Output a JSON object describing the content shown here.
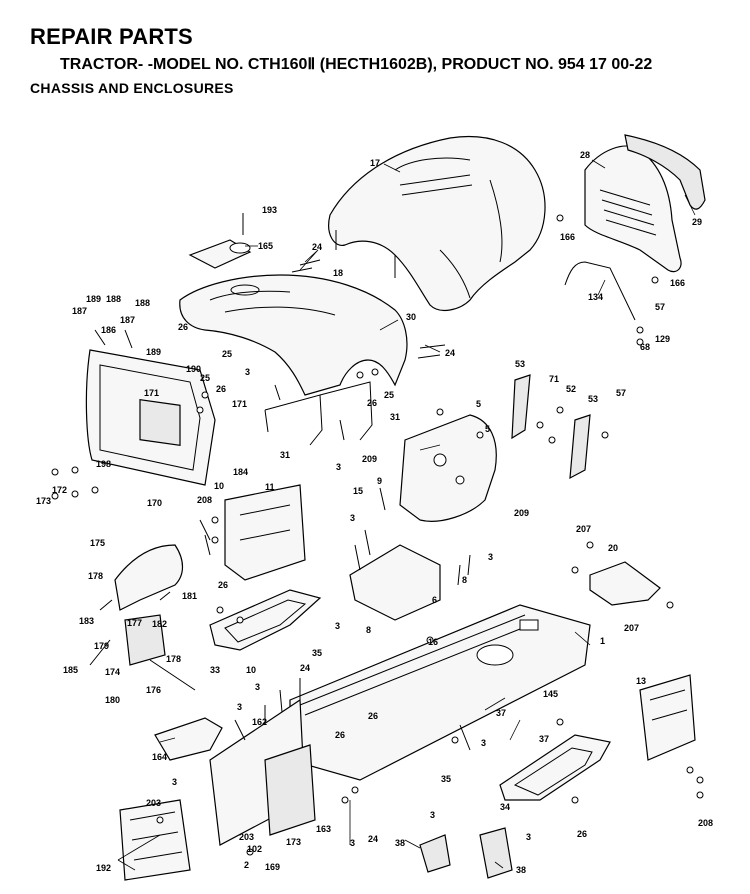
{
  "header": {
    "title": "REPAIR PARTS",
    "subtitle": "TRACTOR- -MODEL NO. CTH160Ⅱ (HECTH1602B), PRODUCT NO. 954 17 00-22",
    "section": "CHASSIS AND ENCLOSURES"
  },
  "callouts": [
    {
      "label": "17"
    },
    {
      "label": "28"
    },
    {
      "label": "29"
    },
    {
      "label": "193"
    },
    {
      "label": "165"
    },
    {
      "label": "24"
    },
    {
      "label": "18"
    },
    {
      "label": "166"
    },
    {
      "label": "166"
    },
    {
      "label": "134"
    },
    {
      "label": "57"
    },
    {
      "label": "129"
    },
    {
      "label": "68"
    },
    {
      "label": "189"
    },
    {
      "label": "188"
    },
    {
      "label": "188"
    },
    {
      "label": "187"
    },
    {
      "label": "187"
    },
    {
      "label": "186"
    },
    {
      "label": "189"
    },
    {
      "label": "26"
    },
    {
      "label": "25"
    },
    {
      "label": "30"
    },
    {
      "label": "24"
    },
    {
      "label": "190"
    },
    {
      "label": "3"
    },
    {
      "label": "25"
    },
    {
      "label": "26"
    },
    {
      "label": "171"
    },
    {
      "label": "171"
    },
    {
      "label": "31"
    },
    {
      "label": "31"
    },
    {
      "label": "3"
    },
    {
      "label": "26"
    },
    {
      "label": "25"
    },
    {
      "label": "53"
    },
    {
      "label": "71"
    },
    {
      "label": "52"
    },
    {
      "label": "53"
    },
    {
      "label": "57"
    },
    {
      "label": "5"
    },
    {
      "label": "5"
    },
    {
      "label": "209"
    },
    {
      "label": "9"
    },
    {
      "label": "198"
    },
    {
      "label": "184"
    },
    {
      "label": "172"
    },
    {
      "label": "173"
    },
    {
      "label": "10"
    },
    {
      "label": "170"
    },
    {
      "label": "11"
    },
    {
      "label": "15"
    },
    {
      "label": "209"
    },
    {
      "label": "208"
    },
    {
      "label": "3"
    },
    {
      "label": "3"
    },
    {
      "label": "8"
    },
    {
      "label": "207"
    },
    {
      "label": "20"
    },
    {
      "label": "175"
    },
    {
      "label": "178"
    },
    {
      "label": "181"
    },
    {
      "label": "26"
    },
    {
      "label": "183"
    },
    {
      "label": "177"
    },
    {
      "label": "182"
    },
    {
      "label": "179"
    },
    {
      "label": "178"
    },
    {
      "label": "185"
    },
    {
      "label": "174"
    },
    {
      "label": "176"
    },
    {
      "label": "180"
    },
    {
      "label": "3"
    },
    {
      "label": "35"
    },
    {
      "label": "33"
    },
    {
      "label": "10"
    },
    {
      "label": "8"
    },
    {
      "label": "6"
    },
    {
      "label": "16"
    },
    {
      "label": "207"
    },
    {
      "label": "1"
    },
    {
      "label": "24"
    },
    {
      "label": "3"
    },
    {
      "label": "13"
    },
    {
      "label": "145"
    },
    {
      "label": "37"
    },
    {
      "label": "3"
    },
    {
      "label": "162"
    },
    {
      "label": "26"
    },
    {
      "label": "26"
    },
    {
      "label": "3"
    },
    {
      "label": "37"
    },
    {
      "label": "164"
    },
    {
      "label": "3"
    },
    {
      "label": "35"
    },
    {
      "label": "34"
    },
    {
      "label": "203"
    },
    {
      "label": "203"
    },
    {
      "label": "173"
    },
    {
      "label": "102"
    },
    {
      "label": "163"
    },
    {
      "label": "3"
    },
    {
      "label": "24"
    },
    {
      "label": "26"
    },
    {
      "label": "208"
    },
    {
      "label": "3"
    },
    {
      "label": "38"
    },
    {
      "label": "3"
    },
    {
      "label": "38"
    },
    {
      "label": "192"
    },
    {
      "label": "2"
    },
    {
      "label": "169"
    }
  ]
}
